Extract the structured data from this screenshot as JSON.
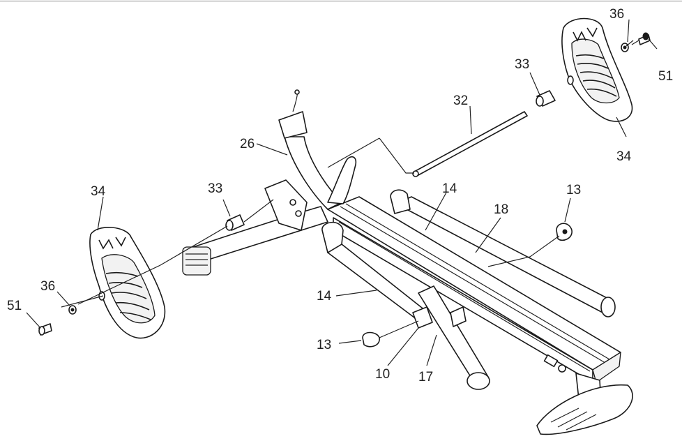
{
  "diagram": {
    "labels": [
      {
        "id": "lbl-36-right",
        "text": "36"
      },
      {
        "id": "lbl-51-right",
        "text": "51"
      },
      {
        "id": "lbl-33-right",
        "text": "33"
      },
      {
        "id": "lbl-32",
        "text": "32"
      },
      {
        "id": "lbl-34-right",
        "text": "34"
      },
      {
        "id": "lbl-26",
        "text": "26"
      },
      {
        "id": "lbl-33-left",
        "text": "33"
      },
      {
        "id": "lbl-34-left",
        "text": "34"
      },
      {
        "id": "lbl-14-top",
        "text": "14"
      },
      {
        "id": "lbl-18",
        "text": "18"
      },
      {
        "id": "lbl-13-right",
        "text": "13"
      },
      {
        "id": "lbl-36-left",
        "text": "36"
      },
      {
        "id": "lbl-51-left",
        "text": "51"
      },
      {
        "id": "lbl-14-bottom",
        "text": "14"
      },
      {
        "id": "lbl-13-left",
        "text": "13"
      },
      {
        "id": "lbl-10",
        "text": "10"
      },
      {
        "id": "lbl-17",
        "text": "17"
      }
    ]
  }
}
